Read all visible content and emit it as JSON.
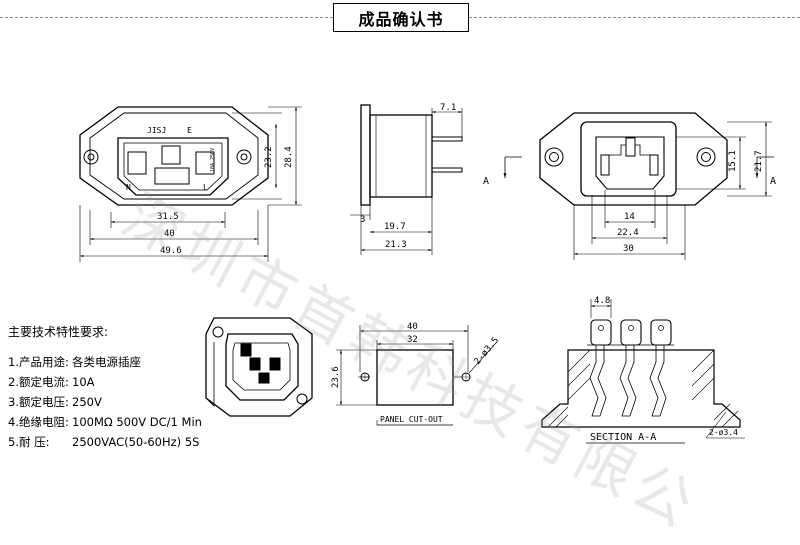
{
  "title": "成品确认书",
  "watermark": "深圳市首韩科技有限公",
  "specs": {
    "heading": "主要技术特性要求:",
    "items": [
      {
        "label": "1.产品用途:",
        "value": "各类电源插座"
      },
      {
        "label": "2.额定电流:",
        "value": "10A"
      },
      {
        "label": "3.额定电压:",
        "value": "250V"
      },
      {
        "label": "4.绝缘电阻:",
        "value": "100MΩ  500V DC/1 Min"
      },
      {
        "label": "5.耐    压:",
        "value": "2500VAC(50-60Hz) 5S"
      }
    ]
  },
  "front_view": {
    "dims": {
      "d_31_5": "31.5",
      "d_40": "40",
      "d_49_6": "49.6",
      "d_23_2": "23.2",
      "d_28_4": "28.4"
    },
    "marks": {
      "brand": "JISJ",
      "earth": "E",
      "n": "N",
      "l": "L",
      "rating": "10A 250V"
    }
  },
  "side_view": {
    "dims": {
      "d_7_1": "7.1",
      "d_3": "3",
      "d_19_7": "19.7",
      "d_21_3": "21.3"
    }
  },
  "rear_view": {
    "dims": {
      "d_14": "14",
      "d_22_4": "22.4",
      "d_30": "30",
      "d_15_1": "15.1",
      "d_21_7": "21.7"
    },
    "section_marks": {
      "left": "A",
      "right": "A"
    }
  },
  "cutout": {
    "dims": {
      "d_40": "40",
      "d_32": "32",
      "d_23_6": "23.6",
      "hole": "2-ø3.5"
    },
    "label": "PANEL CUT-OUT"
  },
  "section": {
    "label": "SECTION A-A",
    "dims": {
      "d_4_8": "4.8",
      "hole": "2-ø3.4"
    }
  }
}
